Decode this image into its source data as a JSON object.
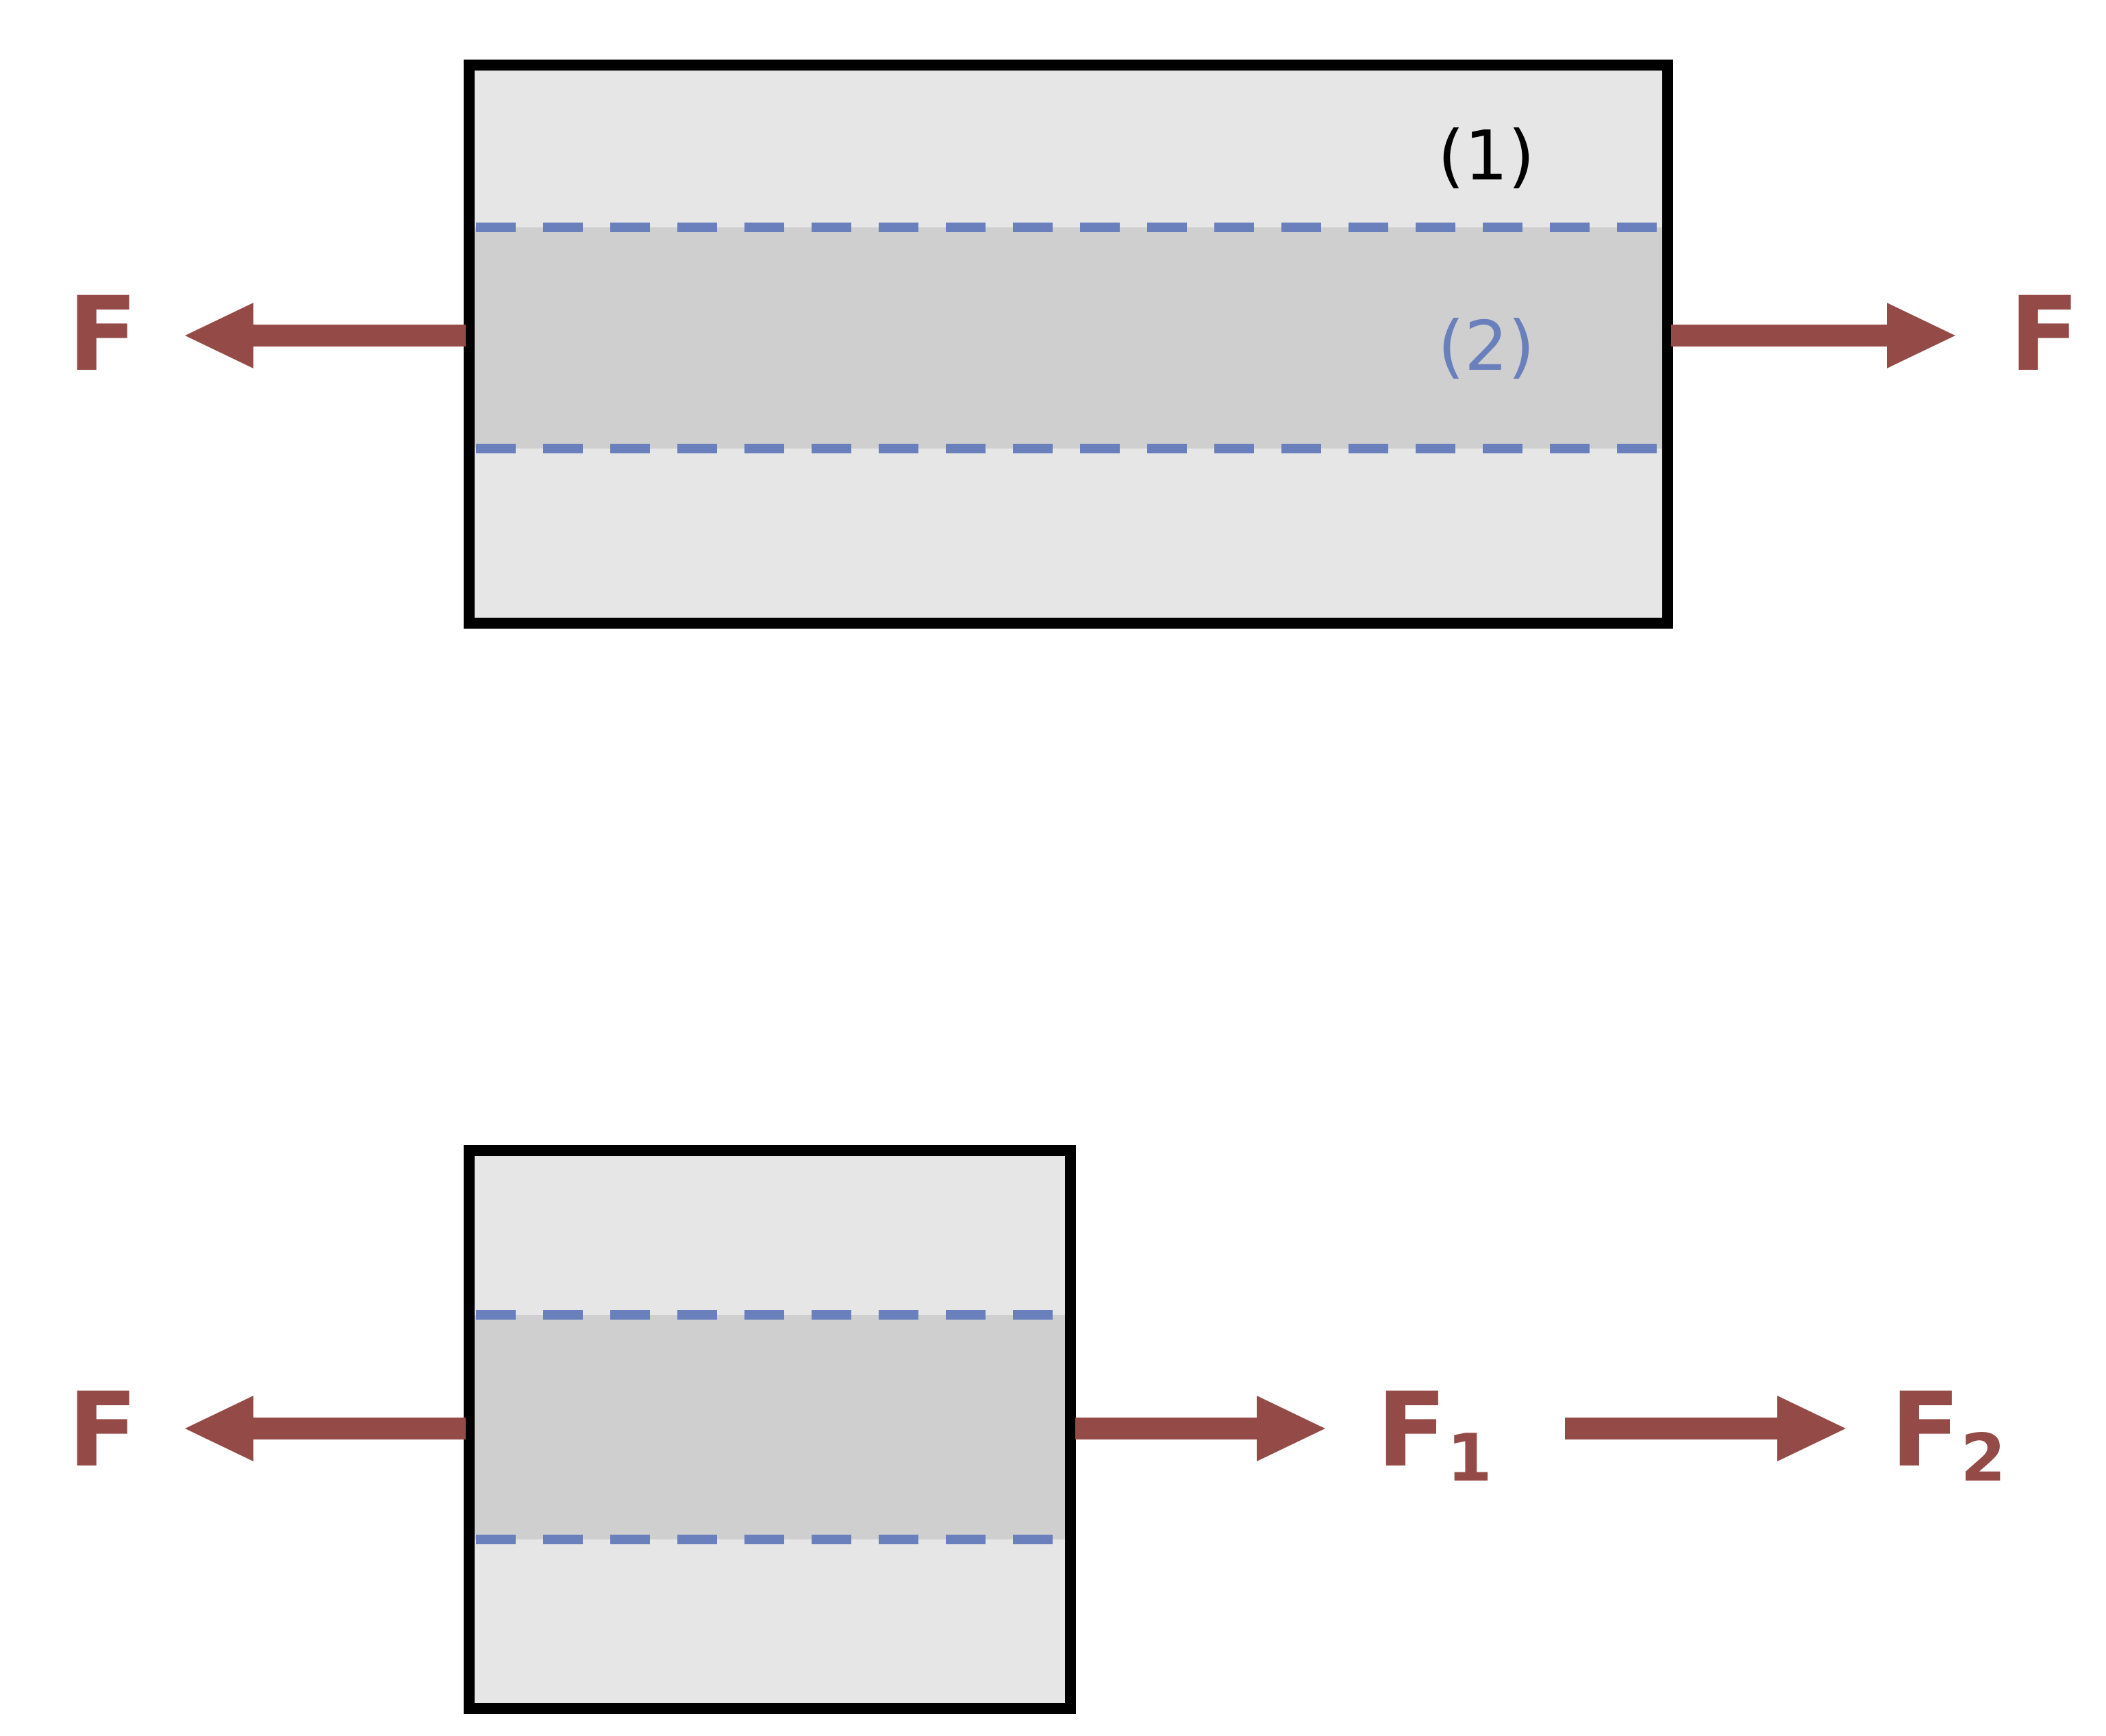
{
  "colors": {
    "force": "#944b47",
    "outer_material": "#e6e6e6",
    "core_material": "#cfcfcf",
    "dashed_line": "#6a80bd",
    "outline": "#000000",
    "label_1": "#000000",
    "label_2": "#6a80bd"
  },
  "top_diagram": {
    "region_1_label": "(1)",
    "region_2_label": "(2)",
    "left_force_label": "F",
    "right_force_label": "F"
  },
  "bottom_diagram": {
    "left_force_label": "F",
    "force_1": {
      "letter": "F",
      "subscript": "1"
    },
    "force_2": {
      "letter": "F",
      "subscript": "2"
    }
  }
}
